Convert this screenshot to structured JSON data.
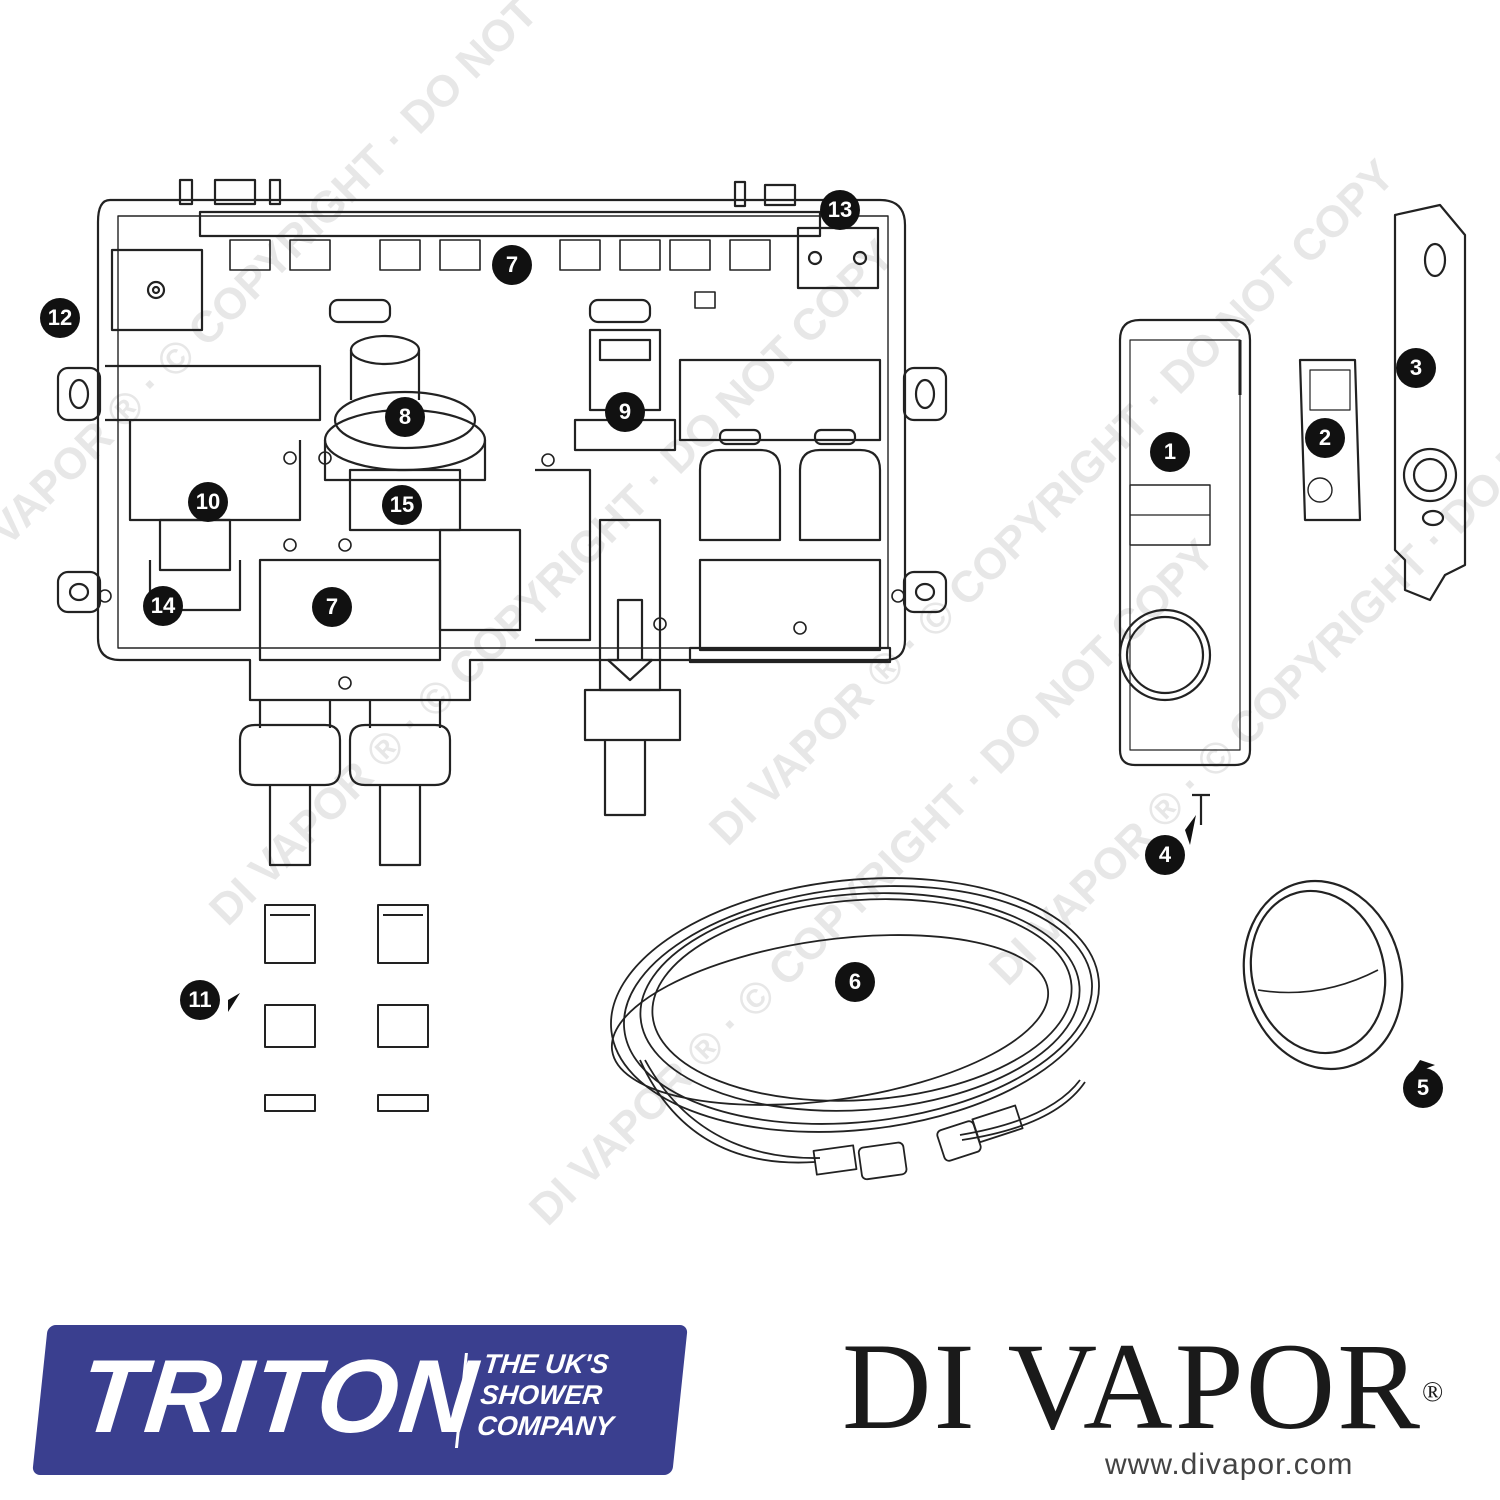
{
  "diagram": {
    "callouts": [
      "1",
      "2",
      "3",
      "4",
      "5",
      "6",
      "7",
      "7",
      "8",
      "9",
      "10",
      "11",
      "12",
      "13",
      "14",
      "15"
    ]
  },
  "watermark": "DI VAPOR ® · © COPYRIGHT · DO NOT COPY",
  "branding": {
    "triton": {
      "name": "TRITON",
      "tagline_line1": "THE UK'S",
      "tagline_line2": "SHOWER",
      "tagline_line3": "COMPANY",
      "color": "#3a3f8f"
    },
    "divapor": {
      "name": "DI VAPOR",
      "reg": "®",
      "url": "www.divapor.com"
    }
  }
}
